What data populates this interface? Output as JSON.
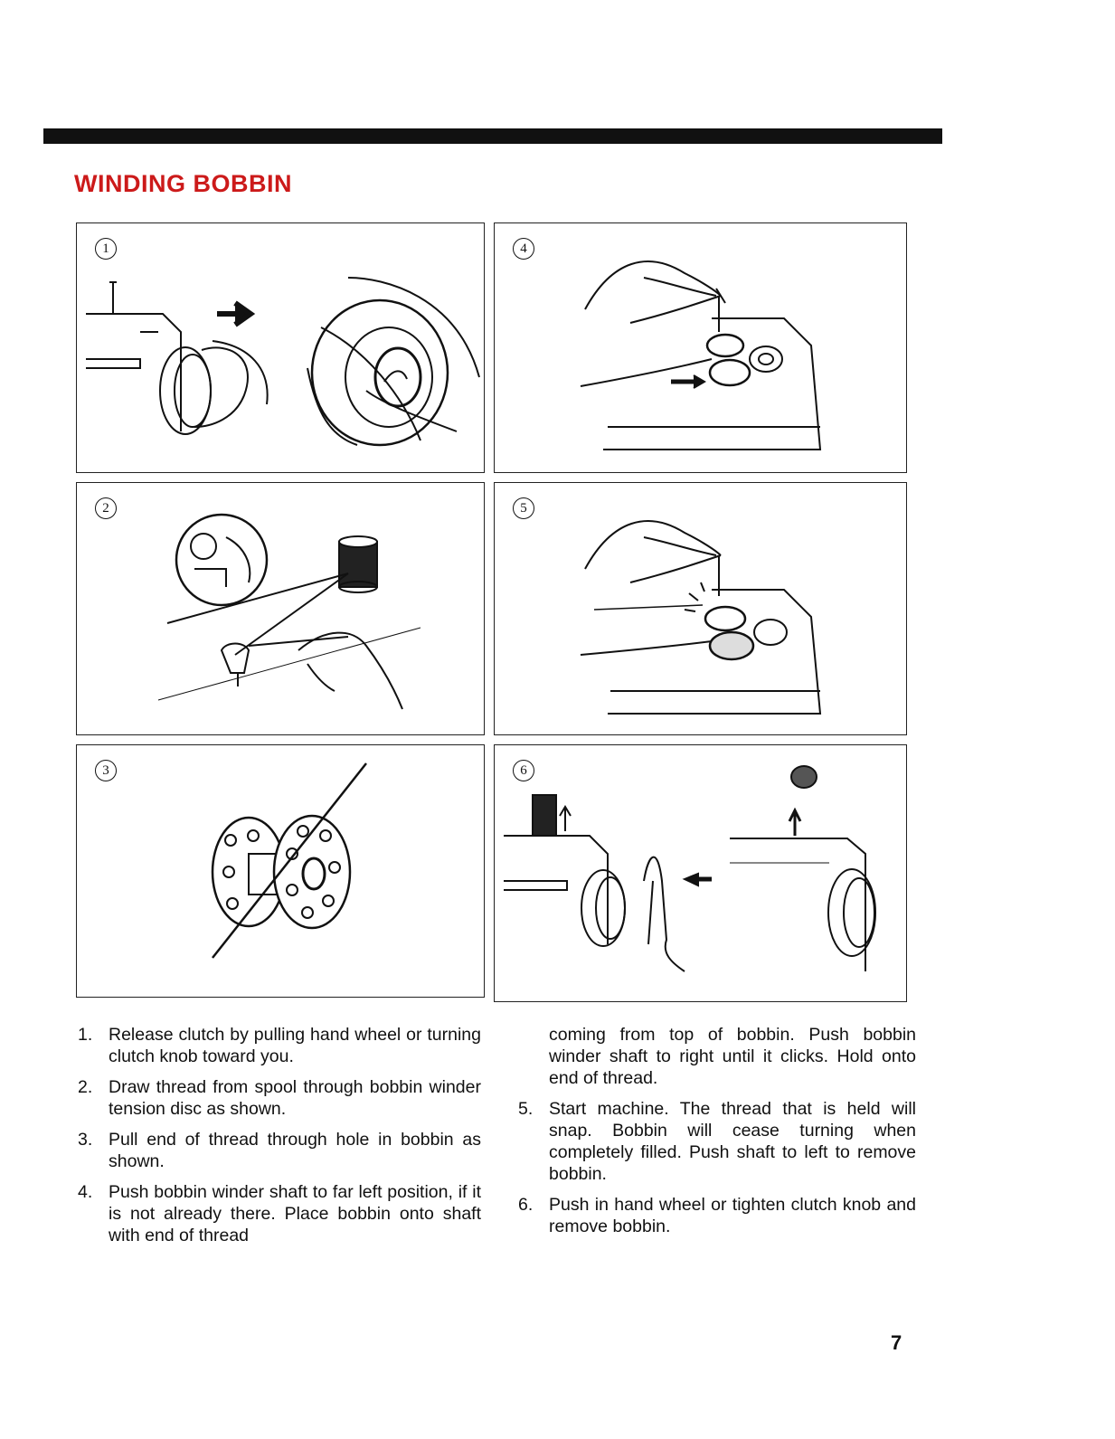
{
  "header": {
    "title": "WINDING BOBBIN"
  },
  "panels": [
    {
      "number": "1"
    },
    {
      "number": "4"
    },
    {
      "number": "2"
    },
    {
      "number": "5"
    },
    {
      "number": "3"
    },
    {
      "number": "6"
    }
  ],
  "steps_left": [
    {
      "n": "1.",
      "text": "Release clutch by pulling hand wheel or turning clutch knob toward you."
    },
    {
      "n": "2.",
      "text": "Draw thread from spool through bobbin winder tension disc as shown."
    },
    {
      "n": "3.",
      "text": "Pull end of thread through hole in bobbin as shown."
    },
    {
      "n": "4.",
      "text": "Push bobbin winder shaft to far left position, if it is not already there. Place bobbin onto shaft with end of thread"
    }
  ],
  "steps_right": {
    "continuation": "coming from top of bobbin. Push bobbin winder shaft to right until it clicks. Hold onto end of thread.",
    "items": [
      {
        "n": "5.",
        "text": "Start machine. The thread that is held will snap. Bobbin will cease turning when completely filled. Push shaft to left to remove bobbin."
      },
      {
        "n": "6.",
        "text": "Push in hand wheel or tighten clutch knob and remove bobbin."
      }
    ]
  },
  "page_number": "7",
  "icons": [
    "arrow-icon",
    "bobbin-icon",
    "spool-icon",
    "hand-icon"
  ],
  "colors": {
    "title": "#cc1a1a",
    "rule": "#111111"
  }
}
